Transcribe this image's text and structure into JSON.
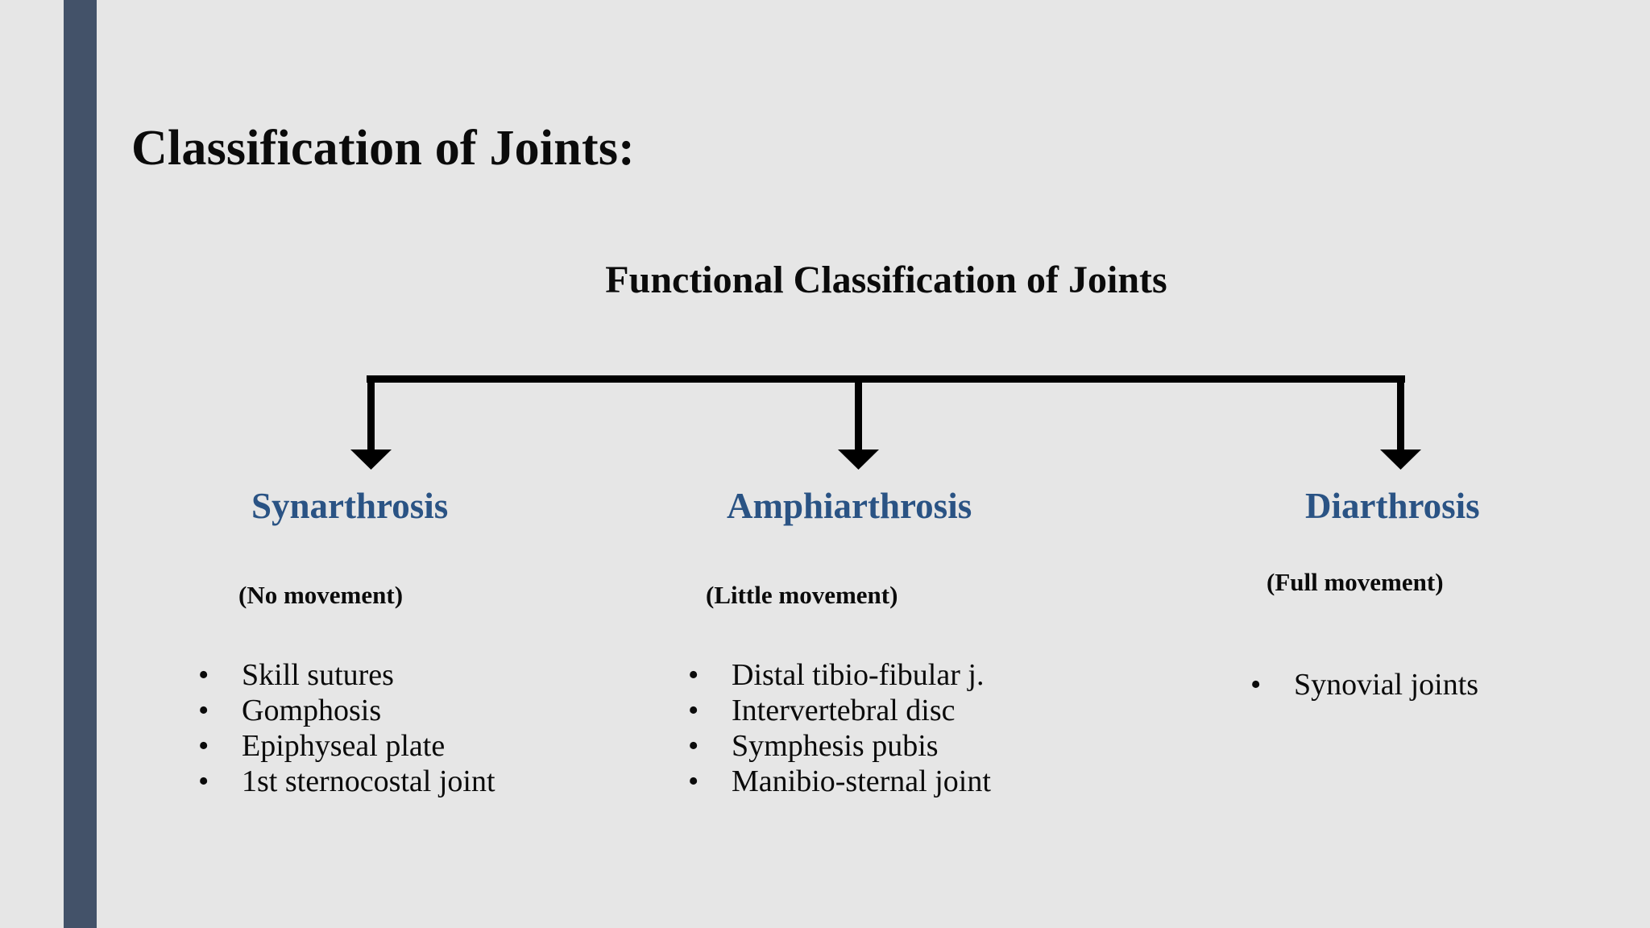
{
  "slide": {
    "title": "Classification of Joints:",
    "background_color": "#e6e6e6",
    "accent_bar_color": "#435269",
    "heading_color": "#2a5384",
    "text_color": "#0b0b0b"
  },
  "diagram": {
    "root_label": "Functional Classification of Joints",
    "connector_color": "#000000",
    "branches": [
      {
        "title": "Synarthrosis",
        "subtitle": "(No movement)",
        "items": [
          "Skill sutures",
          "Gomphosis",
          "Epiphyseal plate",
          "1st sternocostal joint"
        ]
      },
      {
        "title": "Amphiarthrosis",
        "subtitle": "(Little movement)",
        "items": [
          "Distal tibio-fibular j.",
          "Intervertebral disc",
          "Symphesis pubis",
          "Manibio-sternal joint"
        ]
      },
      {
        "title": "Diarthrosis",
        "subtitle": "(Full movement)",
        "items": [
          "Synovial joints"
        ]
      }
    ]
  },
  "bullet_glyph": "•"
}
